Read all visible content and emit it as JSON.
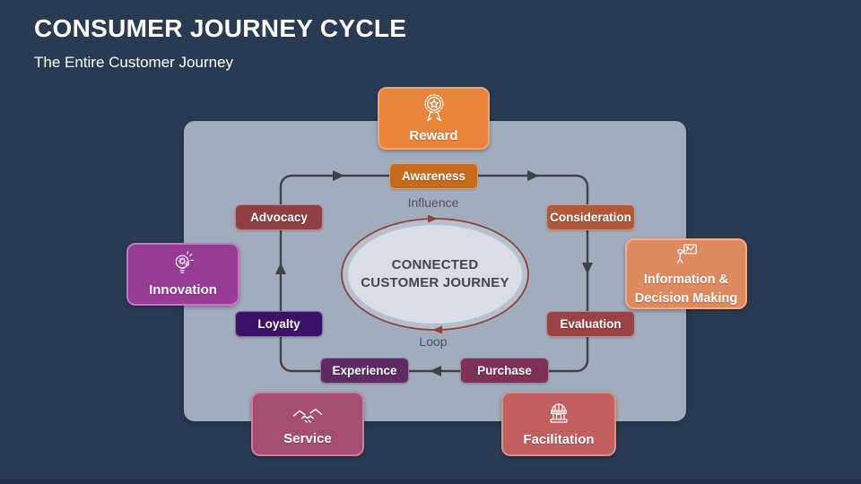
{
  "header": {
    "title": "CONSUMER JOURNEY CYCLE",
    "subtitle": "The Entire Customer Journey"
  },
  "colors": {
    "background": "#293B53",
    "background_bottom_edge": "#203048",
    "panel": "#A1ADBE",
    "rail": "#3E4245",
    "loop": "#8B4438",
    "ellipse_fill": "#D8DDE6",
    "ellipse_halo": "#B7C0CE",
    "center_text": "#43474E",
    "annotation_text": "#4E5256",
    "title_text": "#FFFFFF"
  },
  "diagram": {
    "center": {
      "line1": "CONNECTED",
      "line2": "CUSTOMER JOURNEY",
      "influence_label": "Influence",
      "loop_label": "Loop"
    },
    "steps": [
      {
        "label": "Awareness",
        "fill": "#C66A1E"
      },
      {
        "label": "Consideration",
        "fill": "#B15A3B"
      },
      {
        "label": "Evaluation",
        "fill": "#9A4345"
      },
      {
        "label": "Purchase",
        "fill": "#7E3157"
      },
      {
        "label": "Experience",
        "fill": "#5E2B66"
      },
      {
        "label": "Loyalty",
        "fill": "#3C1168"
      },
      {
        "label": "Advocacy",
        "fill": "#8F3F41"
      }
    ],
    "callouts": [
      {
        "label": "Reward",
        "icon": "medal-icon",
        "fill": "#E8843C",
        "border": "#F0A469"
      },
      {
        "label": "Innovation",
        "icon": "idea-gear-icon",
        "fill": "#973B95",
        "border": "#C873C6"
      },
      {
        "label_line1": "Information &",
        "label_line2": "Decision Making",
        "icon": "presentation-icon",
        "fill": "#DF8960",
        "border": "#F0AC8B"
      },
      {
        "label": "Service",
        "icon": "handshake-icon",
        "fill": "#A54E72",
        "border": "#C981A0"
      },
      {
        "label": "Facilitation",
        "icon": "kiosk-icon",
        "fill": "#C05E60",
        "border": "#DA8F8D"
      }
    ]
  }
}
